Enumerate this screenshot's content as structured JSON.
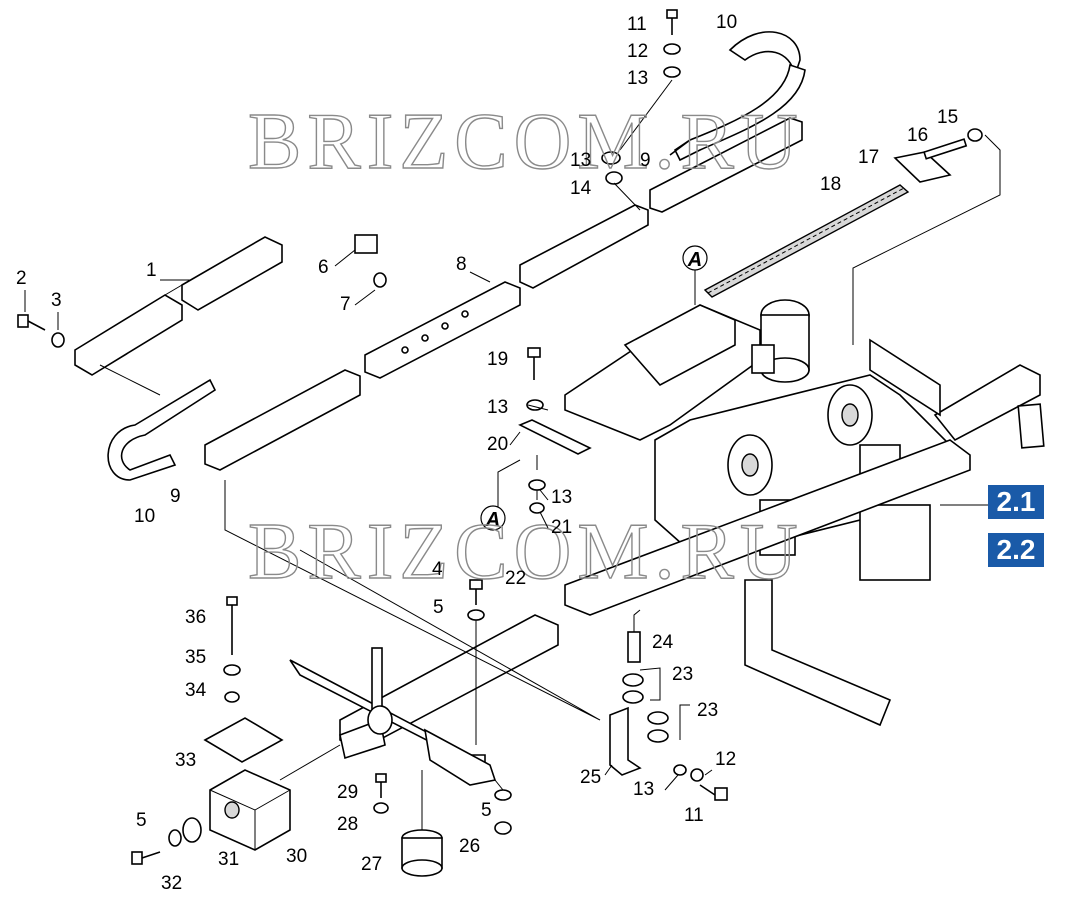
{
  "watermark": {
    "top": "BRIZCOM.RU",
    "middle": "BRIZCOM.RU"
  },
  "reference_boxes": {
    "box1": {
      "label": "2.1",
      "color": "#1a5aa8"
    },
    "box2": {
      "label": "2.2",
      "color": "#1a5aa8"
    }
  },
  "markers": {
    "a_top": "A",
    "a_left": "A"
  },
  "callouts": {
    "c11_top": "11",
    "c12_top": "12",
    "c13_top": "13",
    "c10_top": "10",
    "c13_mid": "13",
    "c9_top": "9",
    "c14": "14",
    "c15": "15",
    "c16": "16",
    "c17": "17",
    "c18": "18",
    "c1": "1",
    "c2": "2",
    "c3": "3",
    "c6": "6",
    "c7": "7",
    "c8": "8",
    "c19": "19",
    "c13_b": "13",
    "c20": "20",
    "c13_c": "13",
    "c21": "21",
    "c10_left": "10",
    "c9_left": "9",
    "c4": "4",
    "c22": "22",
    "c5_a": "5",
    "c36": "36",
    "c35": "35",
    "c34": "34",
    "c33": "33",
    "c24": "24",
    "c23_a": "23",
    "c23_b": "23",
    "c25": "25",
    "c13_d": "13",
    "c12_bot": "12",
    "c11_bot": "11",
    "c29": "29",
    "c28": "28",
    "c27": "27",
    "c5_b": "5",
    "c26": "26",
    "c5_c": "5",
    "c31": "31",
    "c30": "30",
    "c32": "32"
  }
}
